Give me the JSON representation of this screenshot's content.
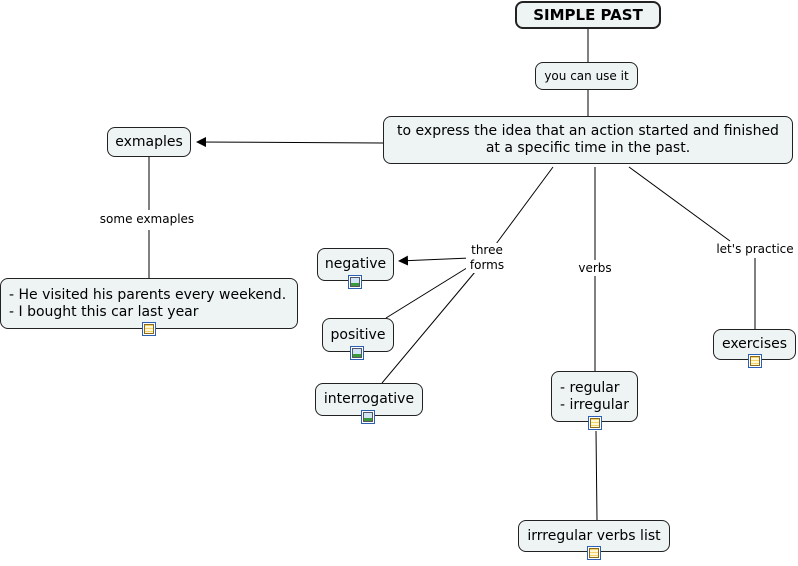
{
  "nodes": {
    "root": "SIMPLE PAST",
    "use": "you can use it",
    "idea": "to express the idea that an action started and finished at a specific time in the past.",
    "examples": "exmaples",
    "example_sentences": "- He visited his parents every weekend.\n- I bought this car last year",
    "negative": "negative",
    "positive": "positive",
    "interrogative": "interrogative",
    "verbs_list": "- regular\n- irregular",
    "irregular_list": "irrregular verbs list",
    "exercises": "exercises"
  },
  "links": {
    "some_examples": "some exmaples",
    "three_forms": "three\nforms",
    "verbs": "verbs",
    "lets_practice": "let's practice"
  },
  "icons": {
    "image_icon": "image-resource-icon",
    "document_icon": "document-resource-icon"
  },
  "colors": {
    "node_fill": "#eef3f3",
    "node_border": "#222222",
    "badge_border": "#2b5fb3"
  }
}
